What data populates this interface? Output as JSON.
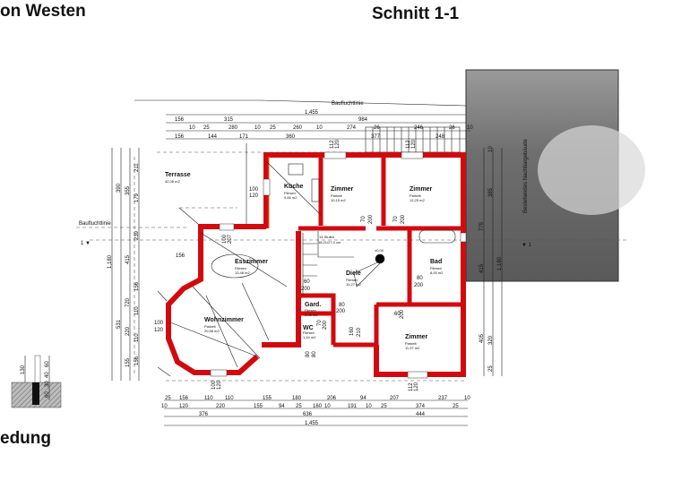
{
  "titles": {
    "left_top": "on Westen",
    "section": "Schnitt 1-1",
    "left_bottom": "edung"
  },
  "labels": {
    "building_line": "Baufluchtlinie",
    "neighbor": "Bestehendes Nachbargebäude",
    "section_marker": "1",
    "level": "±0,00",
    "stairs": "14 Stufen",
    "stairs_dim": "18,21/27,0 cm"
  },
  "rooms": [
    {
      "name": "Terrasse",
      "floor": "",
      "area": "42,08 m2"
    },
    {
      "name": "Küche",
      "floor": "Fliesen",
      "area": "9,84 m2"
    },
    {
      "name": "Zimmer",
      "floor": "Parkett",
      "area": "10,15 m2"
    },
    {
      "name": "Zimmer",
      "floor": "Parkett",
      "area": "12,25 m2"
    },
    {
      "name": "Esszimmer",
      "floor": "Fliesen",
      "area": "13,48 m2"
    },
    {
      "name": "Diele",
      "floor": "Fliesen",
      "area": "19,27 m2"
    },
    {
      "name": "Bad",
      "floor": "Fliesen",
      "area": "8,93 m2"
    },
    {
      "name": "Gard.",
      "floor": "Fliesen",
      "area": "2,08 m2"
    },
    {
      "name": "WC",
      "floor": "Fliesen",
      "area": "1,44 m2"
    },
    {
      "name": "Wohnzimmer",
      "floor": "Parkett",
      "area": "20,58 m2"
    },
    {
      "name": "Zimmer",
      "floor": "Parkett",
      "area": "11,97 m2"
    }
  ],
  "dims_top": [
    "1,455",
    "156",
    "315",
    "984",
    "10",
    "25",
    "280",
    "10",
    "25",
    "260",
    "10",
    "274",
    "26",
    "246",
    "26",
    "10",
    "156",
    "144",
    "171",
    "360",
    "377",
    "248"
  ],
  "dims_bottom": [
    "25",
    "156",
    "110",
    "110",
    "155",
    "180",
    "206",
    "94",
    "207",
    "237",
    "10",
    "10",
    "120",
    "220",
    "155",
    "94",
    "25",
    "160",
    "10",
    "191",
    "10",
    "25",
    "374",
    "25",
    "376",
    "636",
    "444",
    "1,455"
  ],
  "dims_left": [
    "390",
    "355",
    "211",
    "179",
    "1,180",
    "415",
    "239",
    "720",
    "531",
    "220",
    "156",
    "110",
    "110",
    "155",
    "156"
  ],
  "dims_right": [
    "775",
    "385",
    "415",
    "1,180",
    "405",
    "320",
    "25",
    "10"
  ],
  "dims_openings": [
    "100",
    "120",
    "100",
    "207",
    "112",
    "120",
    "112",
    "120",
    "70",
    "200",
    "70",
    "200",
    "60",
    "200",
    "80",
    "200",
    "80",
    "200",
    "60",
    "200",
    "70",
    "200",
    "160",
    "210",
    "80",
    "80",
    "100",
    "120",
    "100",
    "120",
    "112",
    "120",
    "156"
  ],
  "detail_dims": [
    "130",
    "60",
    "40",
    "30",
    "60"
  ]
}
